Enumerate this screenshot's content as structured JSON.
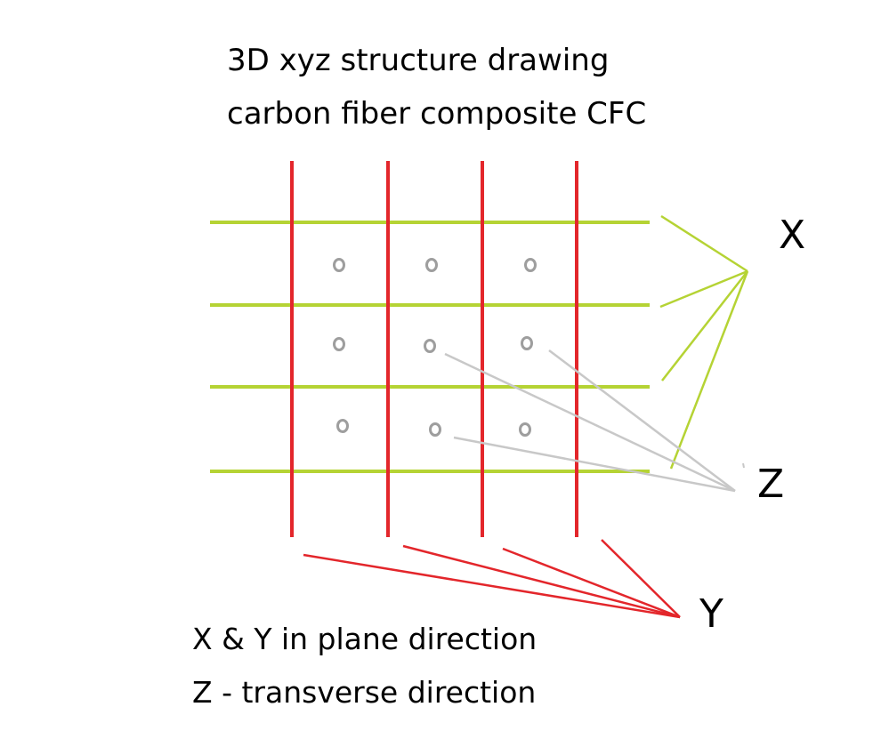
{
  "title": {
    "line1": "3D xyz structure drawing",
    "line2": "carbon fiber composite CFC"
  },
  "axes": {
    "x_label": "X",
    "y_label": "Y",
    "z_label": "Z"
  },
  "notes": {
    "line1": "X & Y in plane direction",
    "line2": "Z - transverse direction"
  },
  "colors": {
    "x_fiber": "#b5d334",
    "y_fiber": "#e3262b",
    "z_fiber": "#9e9e9e",
    "z_pointer": "#c8c8c8",
    "background": "#ffffff"
  },
  "structure": {
    "x_fiber_count": 4,
    "y_fiber_count": 4,
    "z_fiber_rows": 3,
    "z_fiber_cols": 3
  }
}
